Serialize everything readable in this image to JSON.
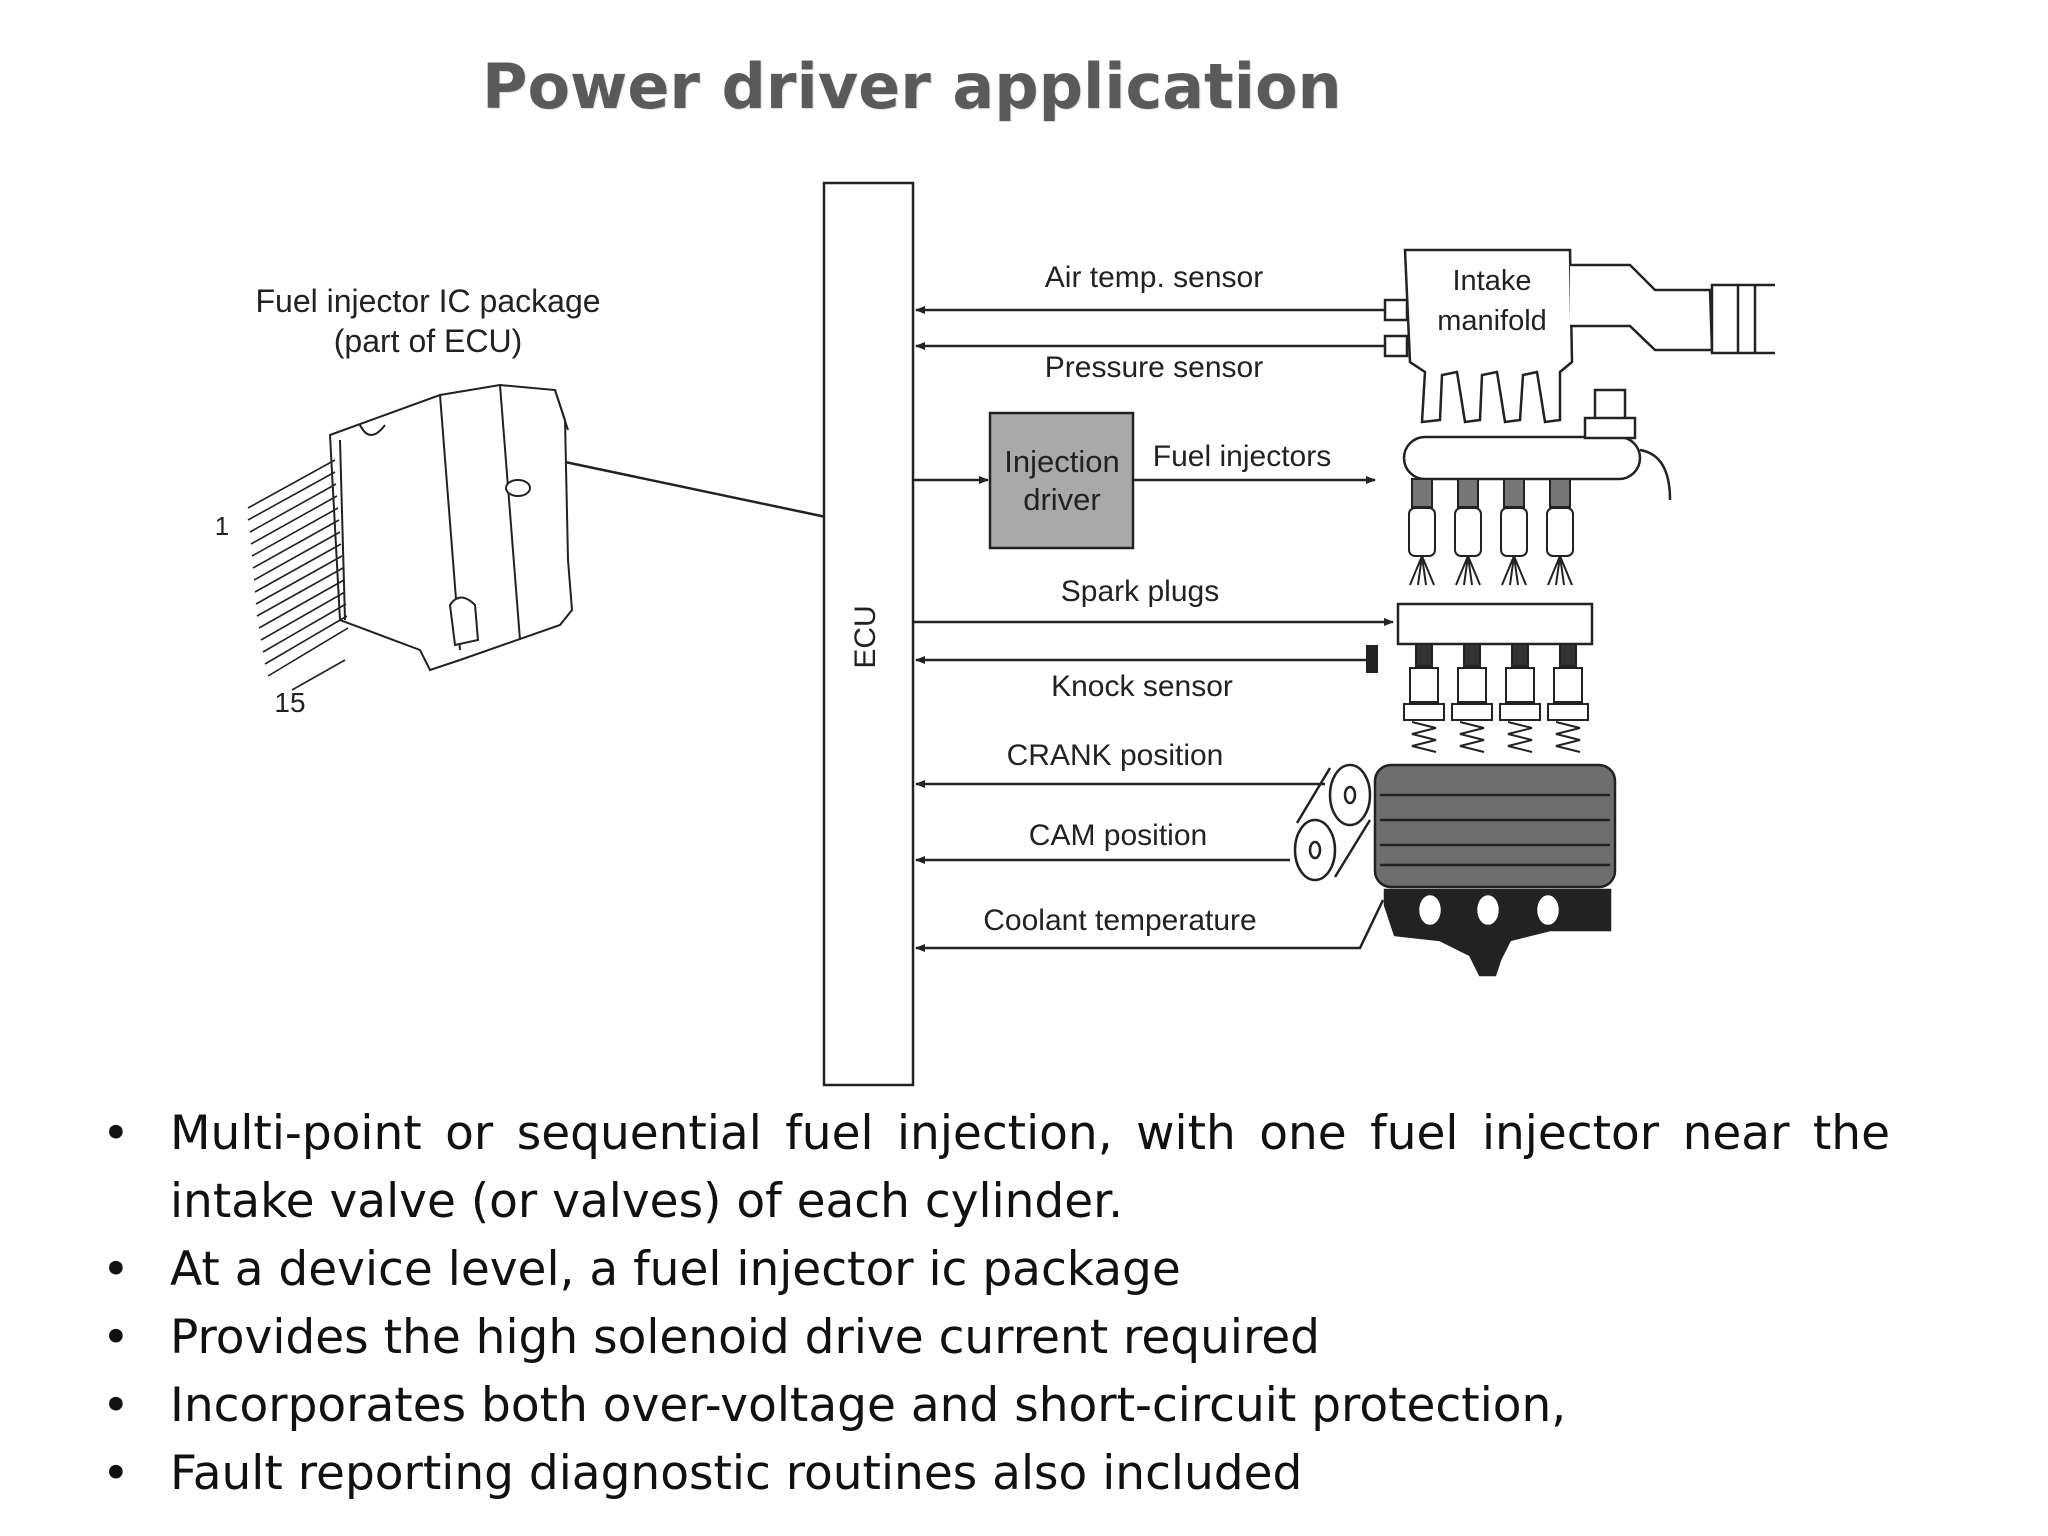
{
  "title": "Power driver application",
  "diagram": {
    "ic_package_label_line1": "Fuel injector IC package",
    "ic_package_label_line2": "(part of ECU)",
    "pin_first": "1",
    "pin_last": "15",
    "ecu_label": "ECU",
    "injection_driver_line1": "Injection",
    "injection_driver_line2": "driver",
    "signals": {
      "air_temp": "Air temp. sensor",
      "pressure": "Pressure sensor",
      "fuel_injectors": "Fuel injectors",
      "spark_plugs": "Spark plugs",
      "knock": "Knock sensor",
      "crank": "CRANK position",
      "cam": "CAM position",
      "coolant": "Coolant temperature"
    },
    "intake_line1": "Intake",
    "intake_line2": "manifold",
    "colors": {
      "line": "#222222",
      "driver_fill": "#a9a9a9",
      "engine_fill": "#6e6e6e"
    }
  },
  "bullets": [
    "Multi-point or sequential fuel injection, with one fuel injector near the intake valve  (or valves) of each cylinder.",
    "At a device level, a fuel injector ic package",
    "Provides the high solenoid drive current required",
    "Incorporates both over-voltage and short-circuit protection,",
    "Fault reporting diagnostic routines also included"
  ]
}
